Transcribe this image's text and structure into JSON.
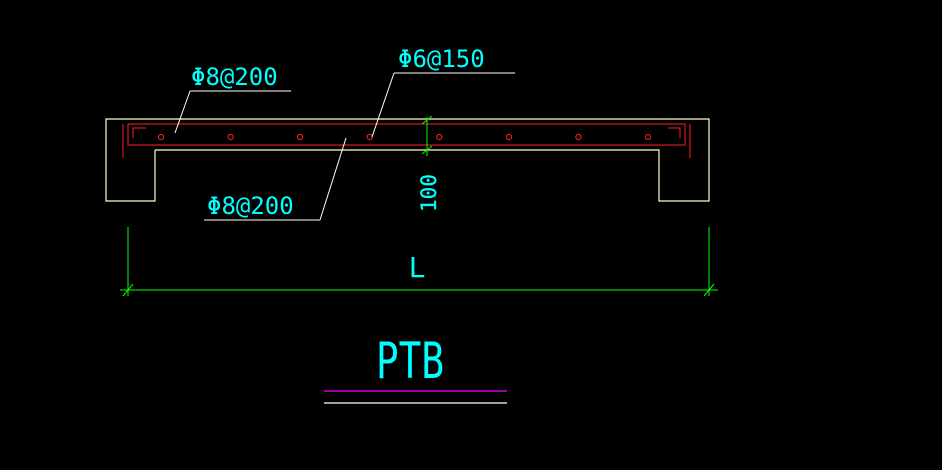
{
  "colors": {
    "background": "#000000",
    "concrete_outline": "#ffffc0",
    "rebar": "#ff2020",
    "annotation": "#00ffff",
    "leader": "#ffffff",
    "dimension": "#00ff00",
    "title_underline_top": "#ff00ff",
    "title_underline_bottom": "#ffffff"
  },
  "labels": {
    "top_left_rebar": "Φ8@200",
    "top_distribution_rebar": "Φ6@150",
    "bottom_rebar": "Φ8@200",
    "thickness": "100",
    "span": "L",
    "title": "PTB"
  },
  "rebar": {
    "dot_count": 8
  }
}
